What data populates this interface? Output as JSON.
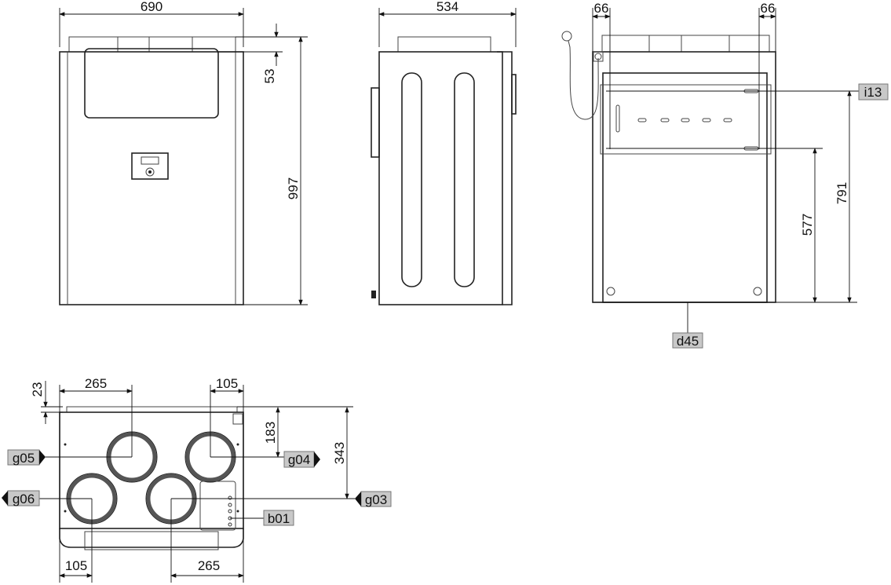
{
  "front_view": {
    "width_dim": "690",
    "top_dim": "53",
    "height_dim": "997"
  },
  "side_view": {
    "depth_dim": "534"
  },
  "back_view": {
    "left_offset_dim": "66",
    "right_offset_dim": "66",
    "upper_height_dim": "791",
    "lower_height_dim": "577",
    "label_i13": "i13",
    "label_d45": "d45"
  },
  "bottom_view": {
    "top_edge_dim": "23",
    "top_left_dim": "265",
    "top_right_dim": "105",
    "right_depth_dim": "183",
    "right_total_dim": "343",
    "bottom_left_dim": "105",
    "bottom_right_dim": "265",
    "labels": {
      "g05": "g05",
      "g04": "g04",
      "g06": "g06",
      "g03": "g03",
      "b01": "b01"
    }
  }
}
